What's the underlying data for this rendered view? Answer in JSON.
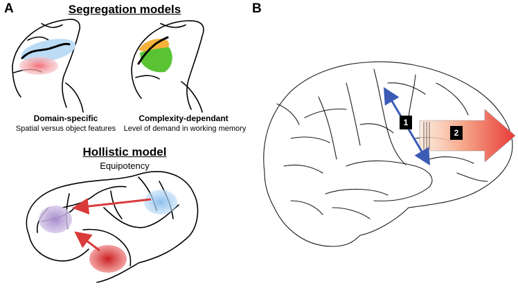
{
  "panel_a": {
    "letter": "A",
    "segregation_title": "Segregation models",
    "domain_specific": {
      "title": "Domain-specific",
      "subtitle": "Spatial versus object features"
    },
    "complexity": {
      "title": "Complexity-dependant",
      "subtitle": "Level of demand in working memory"
    },
    "holistic_title": "Hollistic model",
    "holistic_subtitle": "Equipotency"
  },
  "panel_b": {
    "letter": "B",
    "badge_1": "1",
    "badge_2": "2"
  },
  "colors": {
    "blue_region": "#9cc8ee",
    "red_region": "#e24a4a",
    "pink_region": "#f2a3a8",
    "orange_region": "#f5b23a",
    "green_region": "#59c334",
    "purple_region": "#b9a2d6",
    "arrow_red": "#d93a3a",
    "arrow_blue": "#3b5bb5"
  }
}
